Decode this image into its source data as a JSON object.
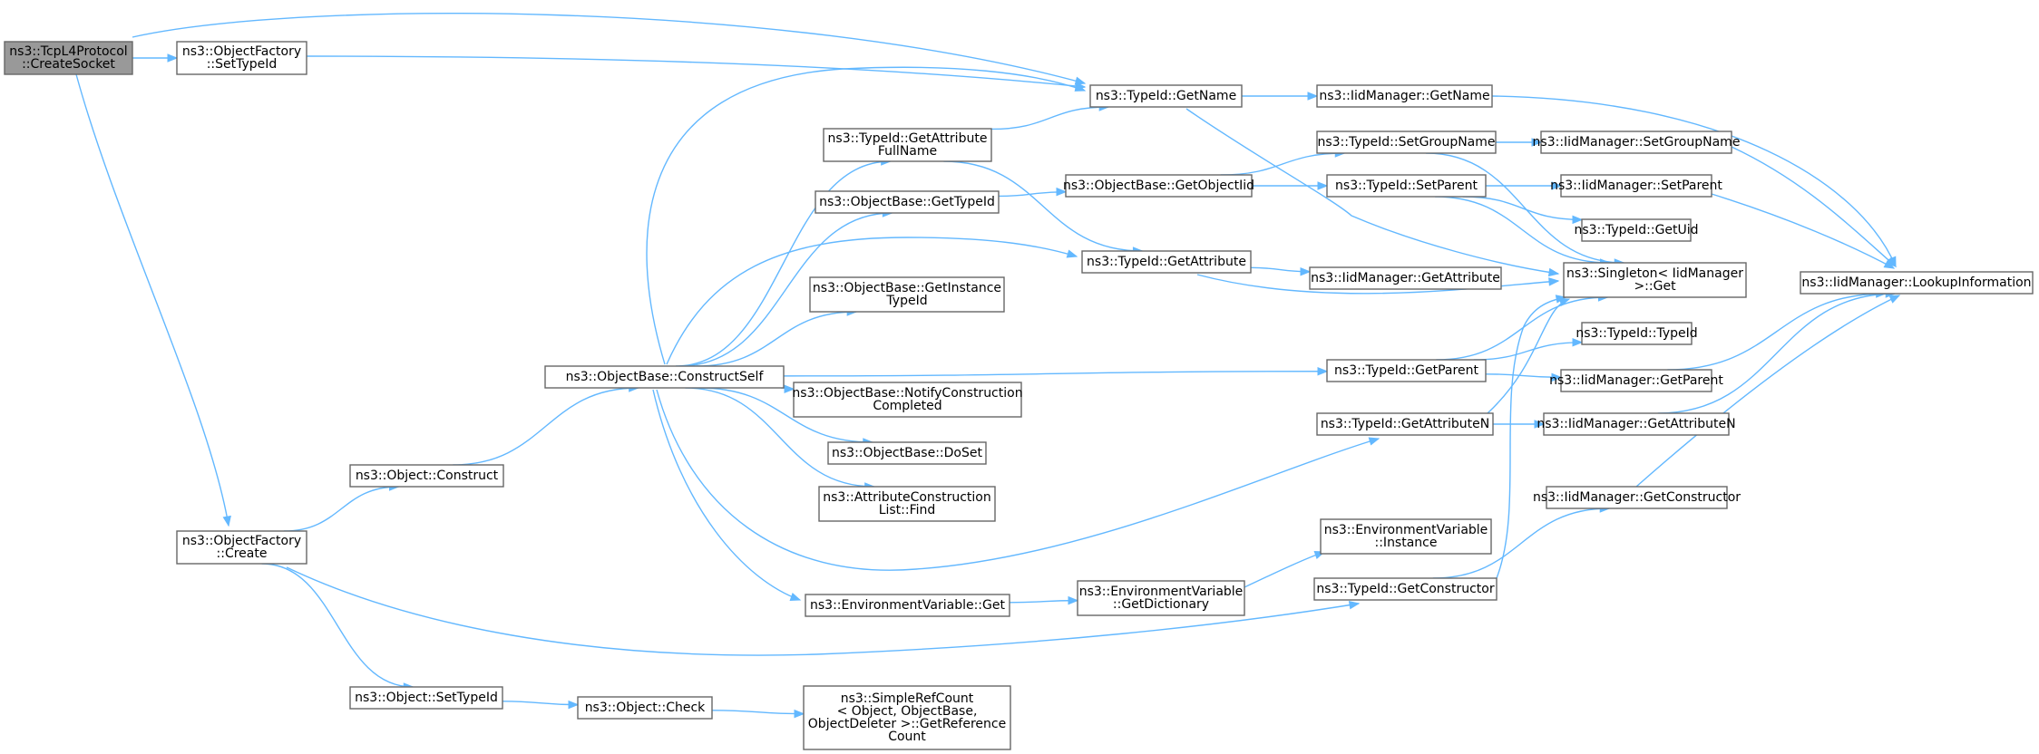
{
  "title": "",
  "colors": {
    "edge": "#63b8ff",
    "node_border": "#666666",
    "node_fill": "#ffffff",
    "root_fill": "#999999",
    "text": "#000000"
  },
  "nodes": [
    {
      "id": "tcp_create_socket",
      "lines": [
        "ns3::TcpL4Protocol",
        "::CreateSocket"
      ],
      "highlighted": true
    },
    {
      "id": "of_settypeid",
      "lines": [
        "ns3::ObjectFactory",
        "::SetTypeId"
      ]
    },
    {
      "id": "of_create",
      "lines": [
        "ns3::ObjectFactory",
        "::Create"
      ]
    },
    {
      "id": "typeid_getname",
      "lines": [
        "ns3::TypeId::GetName"
      ]
    },
    {
      "id": "obj_construct",
      "lines": [
        "ns3::Object::Construct"
      ]
    },
    {
      "id": "obj_settypeid",
      "lines": [
        "ns3::Object::SetTypeId"
      ]
    },
    {
      "id": "ob_constructself",
      "lines": [
        "ns3::ObjectBase::ConstructSelf"
      ]
    },
    {
      "id": "obj_check",
      "lines": [
        "ns3::Object::Check"
      ]
    },
    {
      "id": "typeid_getattrfullname",
      "lines": [
        "ns3::TypeId::GetAttribute",
        "FullName"
      ]
    },
    {
      "id": "ob_gettypeid",
      "lines": [
        "ns3::ObjectBase::GetTypeId"
      ]
    },
    {
      "id": "ob_getinstancetypeid",
      "lines": [
        "ns3::ObjectBase::GetInstance",
        "TypeId"
      ]
    },
    {
      "id": "ob_notify",
      "lines": [
        "ns3::ObjectBase::NotifyConstruction",
        "Completed"
      ]
    },
    {
      "id": "ob_doset",
      "lines": [
        "ns3::ObjectBase::DoSet"
      ]
    },
    {
      "id": "acl_find",
      "lines": [
        "ns3::AttributeConstruction",
        "List::Find"
      ]
    },
    {
      "id": "envvar_get",
      "lines": [
        "ns3::EnvironmentVariable::Get"
      ]
    },
    {
      "id": "simplerefcount",
      "lines": [
        "ns3::SimpleRefCount",
        "< Object, ObjectBase,",
        "ObjectDeleter >::GetReference",
        "Count"
      ]
    },
    {
      "id": "ob_getobjectiid",
      "lines": [
        "ns3::ObjectBase::GetObjectIid"
      ]
    },
    {
      "id": "typeid_getattribute",
      "lines": [
        "ns3::TypeId::GetAttribute"
      ]
    },
    {
      "id": "envvar_getdict",
      "lines": [
        "ns3::EnvironmentVariable",
        "::GetDictionary"
      ]
    },
    {
      "id": "iid_getname",
      "lines": [
        "ns3::IidManager::GetName"
      ]
    },
    {
      "id": "typeid_setgroupname",
      "lines": [
        "ns3::TypeId::SetGroupName"
      ]
    },
    {
      "id": "typeid_setparent",
      "lines": [
        "ns3::TypeId::SetParent"
      ]
    },
    {
      "id": "iid_getattribute",
      "lines": [
        "ns3::IidManager::GetAttribute"
      ]
    },
    {
      "id": "typeid_getparent",
      "lines": [
        "ns3::TypeId::GetParent"
      ]
    },
    {
      "id": "typeid_getattributen",
      "lines": [
        "ns3::TypeId::GetAttributeN"
      ]
    },
    {
      "id": "envvar_instance",
      "lines": [
        "ns3::EnvironmentVariable",
        "::Instance"
      ]
    },
    {
      "id": "typeid_getconstructor",
      "lines": [
        "ns3::TypeId::GetConstructor"
      ]
    },
    {
      "id": "iid_setgroupname",
      "lines": [
        "ns3::IidManager::SetGroupName"
      ]
    },
    {
      "id": "iid_setparent",
      "lines": [
        "ns3::IidManager::SetParent"
      ]
    },
    {
      "id": "typeid_getuid",
      "lines": [
        "ns3::TypeId::GetUid"
      ]
    },
    {
      "id": "singleton_get",
      "lines": [
        "ns3::Singleton< IidManager",
        " >::Get"
      ]
    },
    {
      "id": "typeid_typeid",
      "lines": [
        "ns3::TypeId::TypeId"
      ]
    },
    {
      "id": "iid_getparent",
      "lines": [
        "ns3::IidManager::GetParent"
      ]
    },
    {
      "id": "iid_getattributen",
      "lines": [
        "ns3::IidManager::GetAttributeN"
      ]
    },
    {
      "id": "iid_getconstructor",
      "lines": [
        "ns3::IidManager::GetConstructor"
      ]
    },
    {
      "id": "iid_lookupinfo",
      "lines": [
        "ns3::IidManager::LookupInformation"
      ]
    }
  ],
  "edges": [
    {
      "from": "tcp_create_socket",
      "to": "of_settypeid"
    },
    {
      "from": "tcp_create_socket",
      "to": "typeid_getname"
    },
    {
      "from": "tcp_create_socket",
      "to": "of_create"
    },
    {
      "from": "of_settypeid",
      "to": "typeid_getname"
    },
    {
      "from": "of_create",
      "to": "obj_construct"
    },
    {
      "from": "of_create",
      "to": "obj_settypeid"
    },
    {
      "from": "of_create",
      "to": "typeid_getconstructor"
    },
    {
      "from": "obj_construct",
      "to": "ob_constructself"
    },
    {
      "from": "obj_settypeid",
      "to": "obj_check"
    },
    {
      "from": "obj_check",
      "to": "simplerefcount"
    },
    {
      "from": "ob_constructself",
      "to": "typeid_getname"
    },
    {
      "from": "ob_constructself",
      "to": "typeid_getattrfullname"
    },
    {
      "from": "ob_constructself",
      "to": "ob_gettypeid"
    },
    {
      "from": "ob_constructself",
      "to": "typeid_getattribute"
    },
    {
      "from": "ob_constructself",
      "to": "ob_getinstancetypeid"
    },
    {
      "from": "ob_constructself",
      "to": "typeid_getparent"
    },
    {
      "from": "ob_constructself",
      "to": "ob_notify"
    },
    {
      "from": "ob_constructself",
      "to": "ob_doset"
    },
    {
      "from": "ob_constructself",
      "to": "acl_find"
    },
    {
      "from": "ob_constructself",
      "to": "typeid_getattributen"
    },
    {
      "from": "ob_constructself",
      "to": "envvar_get"
    },
    {
      "from": "typeid_getattrfullname",
      "to": "typeid_getname"
    },
    {
      "from": "typeid_getattrfullname",
      "to": "typeid_getattribute"
    },
    {
      "from": "ob_gettypeid",
      "to": "ob_getobjectiid"
    },
    {
      "from": "ob_getobjectiid",
      "to": "typeid_setgroupname"
    },
    {
      "from": "ob_getobjectiid",
      "to": "typeid_setparent"
    },
    {
      "from": "envvar_get",
      "to": "envvar_getdict"
    },
    {
      "from": "envvar_getdict",
      "to": "envvar_instance"
    },
    {
      "from": "typeid_getname",
      "to": "iid_getname"
    },
    {
      "from": "typeid_getname",
      "to": "singleton_get"
    },
    {
      "from": "typeid_getattribute",
      "to": "iid_getattribute"
    },
    {
      "from": "typeid_getattribute",
      "to": "singleton_get"
    },
    {
      "from": "typeid_setgroupname",
      "to": "iid_setgroupname"
    },
    {
      "from": "typeid_setgroupname",
      "to": "singleton_get"
    },
    {
      "from": "typeid_setparent",
      "to": "iid_setparent"
    },
    {
      "from": "typeid_setparent",
      "to": "typeid_getuid"
    },
    {
      "from": "typeid_setparent",
      "to": "singleton_get"
    },
    {
      "from": "typeid_getparent",
      "to": "singleton_get"
    },
    {
      "from": "typeid_getparent",
      "to": "typeid_typeid"
    },
    {
      "from": "typeid_getparent",
      "to": "iid_getparent"
    },
    {
      "from": "typeid_getattributen",
      "to": "singleton_get"
    },
    {
      "from": "typeid_getattributen",
      "to": "iid_getattributen"
    },
    {
      "from": "typeid_getconstructor",
      "to": "singleton_get"
    },
    {
      "from": "typeid_getconstructor",
      "to": "iid_getconstructor"
    },
    {
      "from": "iid_getname",
      "to": "iid_lookupinfo"
    },
    {
      "from": "iid_setgroupname",
      "to": "iid_lookupinfo"
    },
    {
      "from": "iid_setparent",
      "to": "iid_lookupinfo"
    },
    {
      "from": "iid_getparent",
      "to": "iid_lookupinfo"
    },
    {
      "from": "iid_getattributen",
      "to": "iid_lookupinfo"
    },
    {
      "from": "iid_getconstructor",
      "to": "iid_lookupinfo"
    }
  ]
}
